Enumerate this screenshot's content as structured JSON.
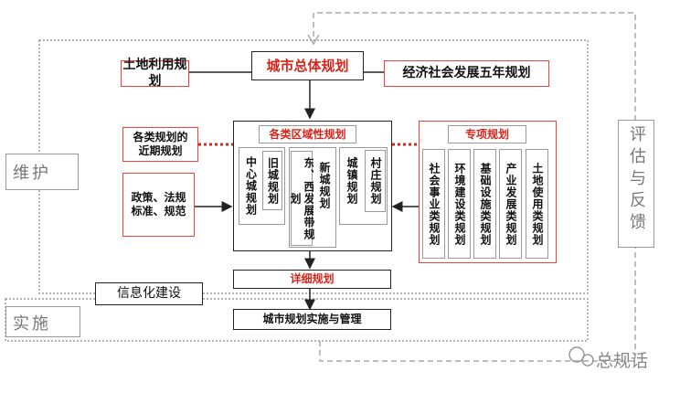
{
  "diagram": {
    "top_center": "城市总体规划",
    "top_left": "土地利用规划",
    "top_right": "经济社会发展五年规划",
    "left_upper": "各类规划的\n近期规划",
    "left_lower": "政策、法规\n标准、规范",
    "center_title": "各类区域性规划",
    "center_items": [
      "中心城规划",
      "旧城规划",
      "东、西发展带规划",
      "新城规划",
      "城镇规划",
      "村庄规划"
    ],
    "right_title": "专项规划",
    "right_items": [
      "社会事业类规划",
      "环境建设类规划",
      "基础设施类规划",
      "产业发展类规划",
      "土地使用类规划"
    ],
    "detail": "详细规划",
    "implement": "城市规划实施与管理",
    "info": "信息化建设",
    "label_maintain": "维护",
    "label_implement": "实施",
    "label_evaluate": "评估与反馈"
  },
  "watermark": "总规话",
  "colors": {
    "red": "#e8463a",
    "red_text": "#d8251b",
    "gray": "#9a9a9a"
  }
}
